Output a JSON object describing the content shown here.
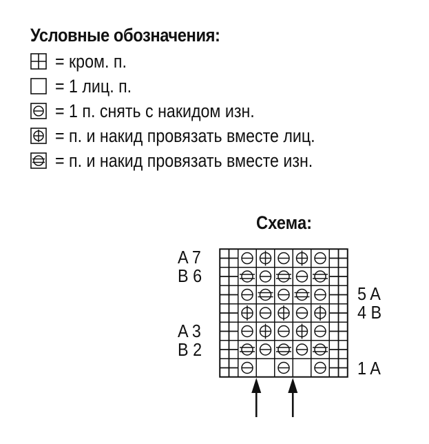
{
  "legend": {
    "title": "Условные обозначения:",
    "items": [
      {
        "symbol": "edge",
        "text": "= кром. п."
      },
      {
        "symbol": "empty",
        "text": "= 1 лиц. п."
      },
      {
        "symbol": "slip-purl",
        "text": "= 1 п. снять с накидом изн."
      },
      {
        "symbol": "knit-tog",
        "text": "= п. и накид провязать вместе лиц."
      },
      {
        "symbol": "purl-tog",
        "text": "= п. и накид провязать вместе изн."
      }
    ]
  },
  "scheme": {
    "title": "Схема:",
    "left_labels": [
      {
        "row": 7,
        "text": "A 7"
      },
      {
        "row": 6,
        "text": "B 6"
      },
      {
        "row": 3,
        "text": "A 3"
      },
      {
        "row": 2,
        "text": "B 2"
      }
    ],
    "right_labels": [
      {
        "row": 5,
        "text": "5 A"
      },
      {
        "row": 4,
        "text": "4 B"
      },
      {
        "row": 1,
        "text": "1 A"
      }
    ],
    "rows": [
      [
        "edge",
        "slip-purl",
        "knit-tog",
        "slip-purl",
        "knit-tog",
        "slip-purl",
        "edge"
      ],
      [
        "edge",
        "purl-tog",
        "slip-purl",
        "purl-tog",
        "slip-purl",
        "purl-tog",
        "edge"
      ],
      [
        "edge",
        "slip-purl",
        "purl-tog",
        "slip-purl",
        "purl-tog",
        "slip-purl",
        "edge"
      ],
      [
        "edge",
        "knit-tog",
        "slip-purl",
        "knit-tog",
        "slip-purl",
        "knit-tog",
        "edge"
      ],
      [
        "edge",
        "slip-purl",
        "knit-tog",
        "slip-purl",
        "knit-tog",
        "slip-purl",
        "edge"
      ],
      [
        "edge",
        "purl-tog",
        "slip-purl",
        "purl-tog",
        "slip-purl",
        "purl-tog",
        "edge"
      ],
      [
        "edge",
        "slip-purl",
        "empty",
        "slip-purl",
        "empty",
        "slip-purl",
        "edge"
      ]
    ],
    "arrow_columns": [
      2,
      4
    ]
  }
}
